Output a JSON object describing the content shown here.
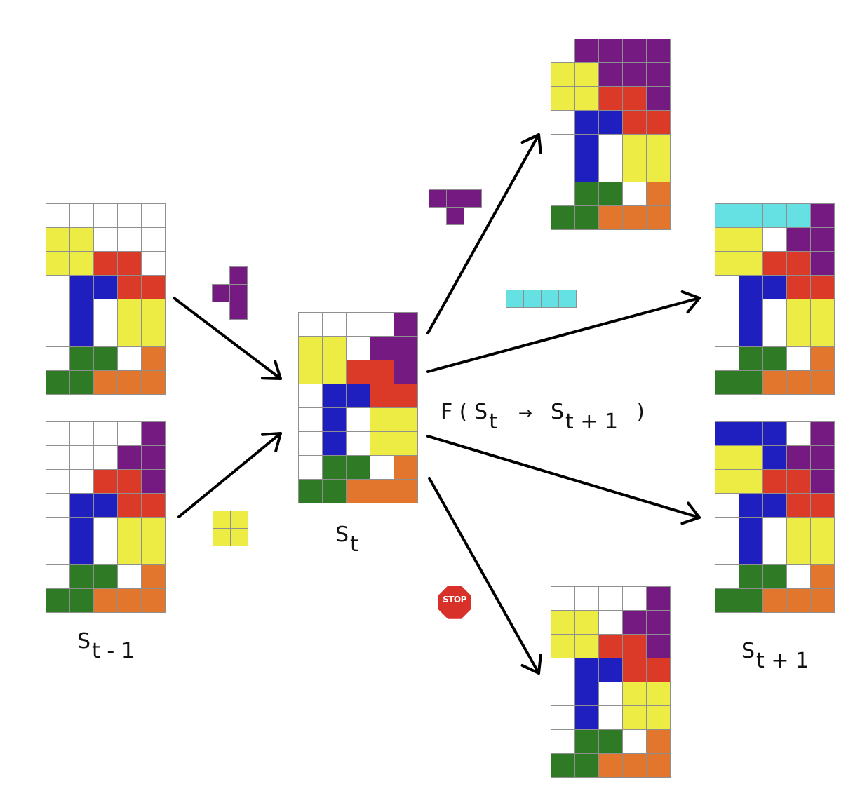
{
  "colors": {
    "W": "#ffffff",
    "Y": "#ecec44",
    "R": "#dc3a28",
    "P": "#741a80",
    "B": "#1f1fbf",
    "G": "#2f7a25",
    "O": "#e2762d",
    "C": "#66e1e3",
    "arrow": "#000000",
    "grid_border": "#8f8f8f",
    "stop": "#d8312a"
  },
  "labels": {
    "prev": {
      "main": "S",
      "sub": "t - 1"
    },
    "curr": {
      "main": "S",
      "sub": "t"
    },
    "next": {
      "main": "S",
      "sub": "t + 1"
    },
    "func": {
      "prefix": "F ( S",
      "sub1": "t",
      "arrow": "→",
      "s": "S",
      "sub2": "t + 1",
      "suffix": ")"
    },
    "stop": "STOP"
  },
  "boards": {
    "prev_a": [
      "WWWWW",
      "YYWWW",
      "YYRRW",
      "WBBRR",
      "WBWYY",
      "WBWYY",
      "WGGWO",
      "GGOOO"
    ],
    "prev_b": [
      "WWWWP",
      "WWWPP",
      "WWRRP",
      "WBBRR",
      "WBWYY",
      "WBWYY",
      "WGGWO",
      "GGOOO"
    ],
    "current": [
      "WWWWP",
      "YYWPP",
      "YYRRP",
      "WBBRR",
      "WBWYY",
      "WBWYY",
      "WGGWO",
      "GGOOO"
    ],
    "next_t": [
      "WPPPP",
      "YYPPP",
      "YYRRP",
      "WBBRR",
      "WBWYY",
      "WBWYY",
      "WGGWO",
      "GGOOO"
    ],
    "next_i": [
      "CCCCP",
      "YYWPP",
      "YYRRP",
      "WBBRR",
      "WBWYY",
      "WBWYY",
      "WGGWO",
      "GGOOO"
    ],
    "next_j": [
      "BBBWP",
      "YYBPP",
      "YYRRP",
      "WBBRR",
      "WBWYY",
      "WBWYY",
      "WGGWO",
      "GGOOO"
    ],
    "next_stop": [
      "WWWWP",
      "YYWPP",
      "YYRRP",
      "WBBRR",
      "WBWYY",
      "WBWYY",
      "WGGWO",
      "GGOOO"
    ]
  },
  "pieces": {
    "t_vertical": {
      "color": "P",
      "cells": [
        [
          0,
          1
        ],
        [
          1,
          0
        ],
        [
          1,
          1
        ],
        [
          2,
          1
        ]
      ]
    },
    "o_piece": {
      "color": "Y",
      "cells": [
        [
          0,
          0
        ],
        [
          0,
          1
        ],
        [
          1,
          0
        ],
        [
          1,
          1
        ]
      ]
    },
    "t_down": {
      "color": "P",
      "cells": [
        [
          0,
          0
        ],
        [
          0,
          1
        ],
        [
          0,
          2
        ],
        [
          1,
          1
        ]
      ]
    },
    "i_piece": {
      "color": "C",
      "cells": [
        [
          0,
          0
        ],
        [
          0,
          1
        ],
        [
          0,
          2
        ],
        [
          0,
          3
        ]
      ]
    }
  }
}
